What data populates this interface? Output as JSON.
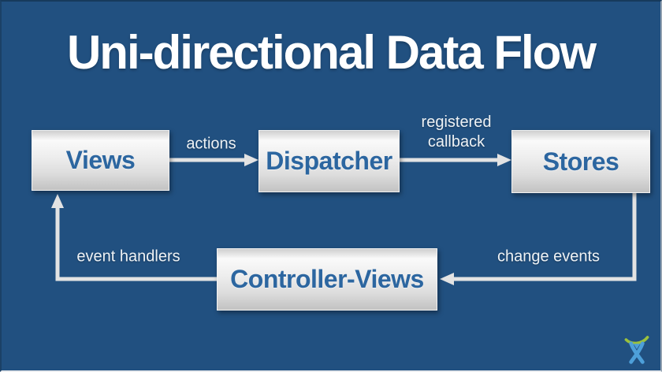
{
  "slide": {
    "title": "Uni-directional Data Flow"
  },
  "diagram": {
    "nodes": {
      "views": {
        "label": "Views"
      },
      "dispatcher": {
        "label": "Dispatcher"
      },
      "stores": {
        "label": "Stores"
      },
      "controller_views": {
        "label": "Controller-Views"
      }
    },
    "edges": {
      "actions": {
        "label": "actions",
        "from": "views",
        "to": "dispatcher"
      },
      "registered_callback": {
        "label": "registered callback",
        "from": "dispatcher",
        "to": "stores"
      },
      "change_events": {
        "label": "change events",
        "from": "stores",
        "to": "controller_views"
      },
      "event_handlers": {
        "label": "event handlers",
        "from": "controller_views",
        "to": "views"
      }
    }
  },
  "branding": {
    "logo": "atlassian-logo"
  },
  "colors": {
    "background": "#215080",
    "title_text": "#ffffff",
    "node_text": "#2c66a0",
    "node_fill_top": "#fafafa",
    "node_fill_bottom": "#c2c2c2",
    "arrow": "#e3e3e3",
    "label_text": "#eef2f5",
    "logo_blue": "#4d9fd9",
    "logo_green": "#9bc13c"
  }
}
